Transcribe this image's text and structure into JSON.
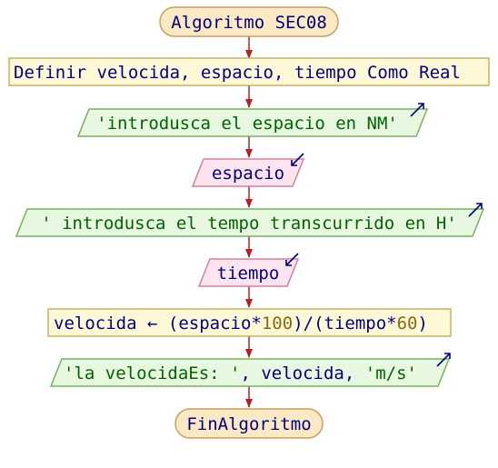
{
  "flowchart": {
    "start": {
      "kw": "Algoritmo",
      "name": "SEC08"
    },
    "definir": {
      "kw1": "Definir",
      "vars": "velocida, espacio, tiempo",
      "kw2": "Como Real"
    },
    "output1": {
      "str": "'introdusca el espacio en NM'"
    },
    "input1": {
      "var": "espacio"
    },
    "output2": {
      "str": "' introdusca el tempo transcurrido en H'"
    },
    "input2": {
      "var": "tiempo"
    },
    "assign": {
      "target": "velocida",
      "arrow": "←",
      "open1": "(",
      "var1": "espacio",
      "mul1": "*",
      "num1": "100",
      "mid": ")/(",
      "var2": "tiempo",
      "mul2": "*",
      "num2": "60",
      "close": ")"
    },
    "output3": {
      "str1": "'la velocidaEs: '",
      "sep1": ", velocida, ",
      "str2": "'m/s'"
    },
    "end": {
      "kw": "FinAlgoritmo"
    }
  },
  "colors": {
    "terminal_fill": "#fbe9c4",
    "terminal_stroke": "#c8a060",
    "process_fill": "#fff8d6",
    "process_stroke": "#c8b060",
    "output_fill": "#e8f8e0",
    "output_stroke": "#78b060",
    "input_fill": "#fde4ee",
    "input_stroke": "#d080a0",
    "connector": "#b22222",
    "keyword": "#000080",
    "string": "#006400",
    "number": "#8b6914"
  }
}
